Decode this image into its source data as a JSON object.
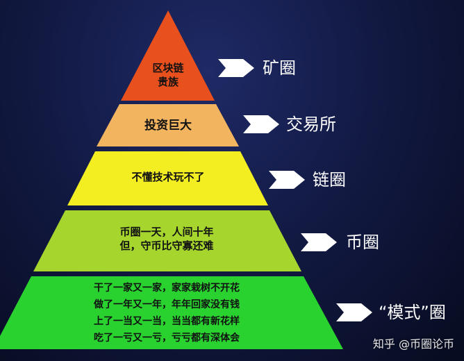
{
  "tiers": [
    {
      "text": "区块链\n贵族",
      "side": "矿圈",
      "color": "#e8501e"
    },
    {
      "text": "投资巨大",
      "side": "交易所",
      "color": "#f2b45e"
    },
    {
      "text": "不懂技术玩不了",
      "side": "链圈",
      "color": "#f2ee22"
    },
    {
      "text": "币圈一天，人间十年\n但，守币比守寡还难",
      "side": "币圈",
      "color": "#a6d62e"
    },
    {
      "text": "干了一家又一家，家家栽树不开花\n做了一年又一年，年年回家没有钱\n上了一当又一当，当当都有新花样\n吃了一亏又一亏，亏亏都有深体会",
      "side": "“模式”圈",
      "color": "#29d22f"
    }
  ],
  "watermark": "知乎 @币圈论币"
}
